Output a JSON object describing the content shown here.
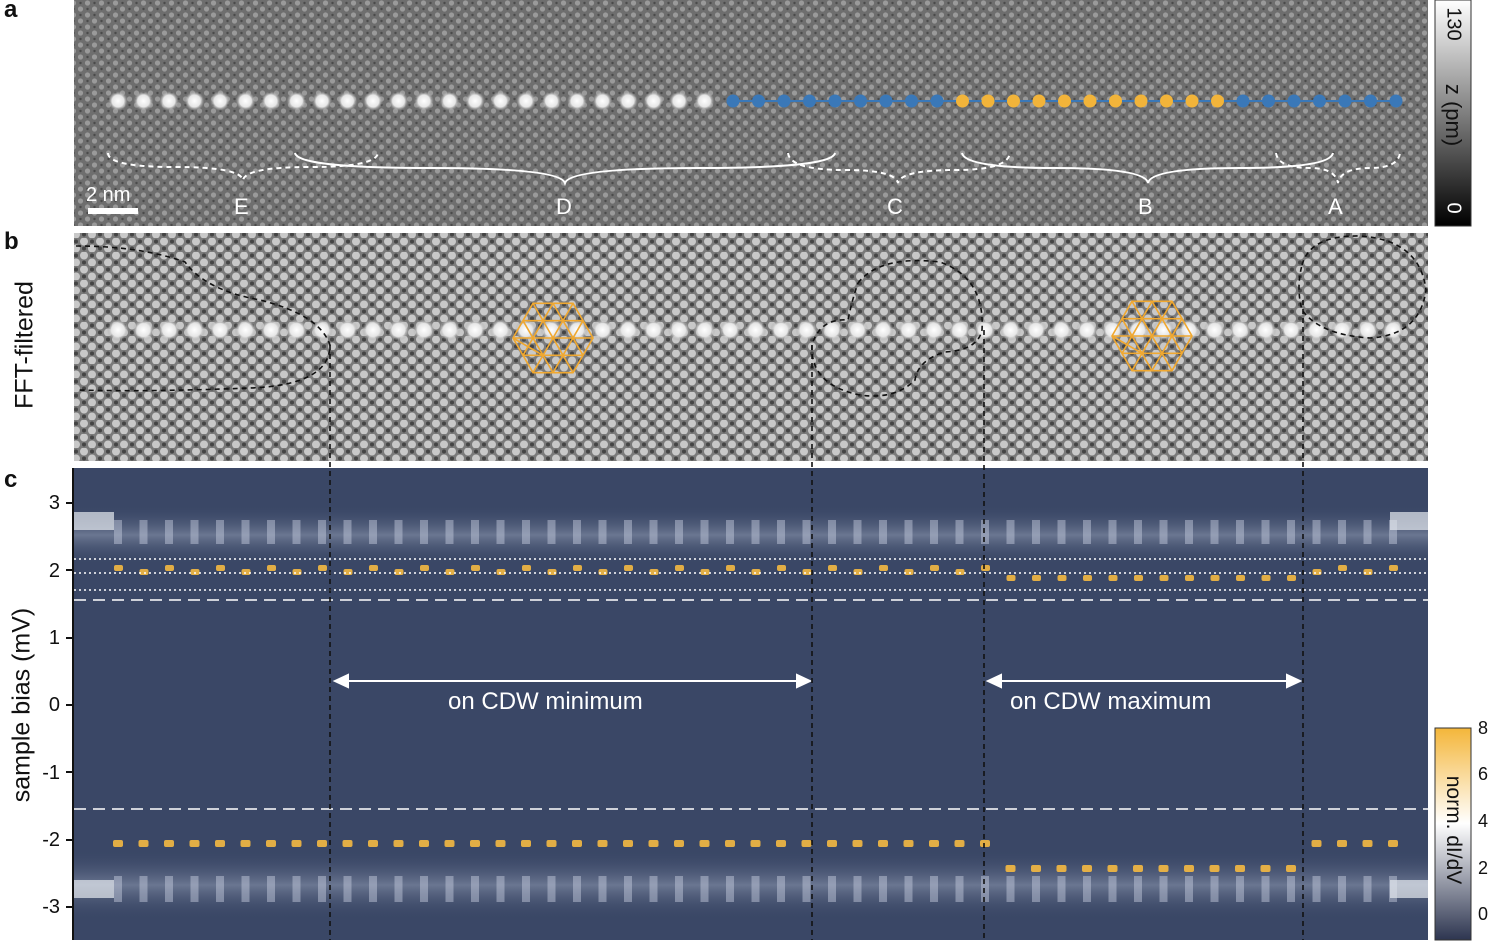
{
  "panels": {
    "a": {
      "letter": "a",
      "scale_bar": "2 nm",
      "regions": [
        "E",
        "D",
        "C",
        "B",
        "A"
      ],
      "colorbar": {
        "label": "z (pm)",
        "max": "130",
        "min": "0"
      }
    },
    "b": {
      "letter": "b",
      "ylabel": "FFT-filtered"
    },
    "c": {
      "letter": "c",
      "ylabel": "sample bias (mV)",
      "yticks": [
        "3",
        "2",
        "1",
        "0",
        "-1",
        "-2",
        "-3"
      ],
      "annotations": [
        "on CDW minimum",
        "on CDW maximum"
      ],
      "colorbar": {
        "label": "norm. dI/dV",
        "ticks": [
          "8",
          "6",
          "4",
          "2",
          "0"
        ]
      }
    }
  },
  "colors": {
    "chain_blue": "#3a78b8",
    "chain_orange": "#f2b43a",
    "map_background": "#3a4766",
    "cdw_peak": "#f5b941",
    "lattice_overlay": "#f0a830"
  }
}
